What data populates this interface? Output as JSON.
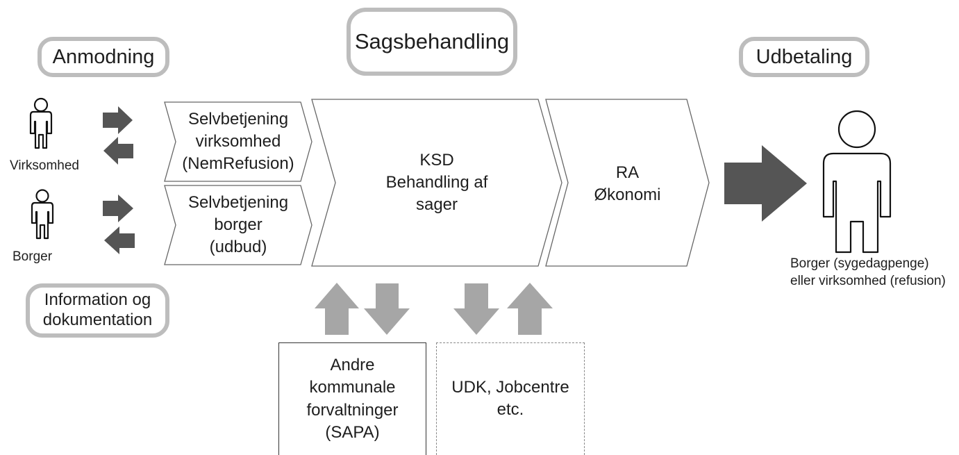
{
  "stages": {
    "anmodning": "Anmodning",
    "sagsbehandling": "Sagsbehandling",
    "udbetaling": "Udbetaling",
    "information_line1": "Information og",
    "information_line2": "dokumentation"
  },
  "actors": {
    "virksomhed": "Virksomhed",
    "borger": "Borger",
    "recipient_line1": "Borger (sygedagpenge)",
    "recipient_line2": "eller virksomhed (refusion)"
  },
  "chevrons": {
    "selfservice_company": [
      "Selvbetjening",
      "virksomhed",
      "(NemRefusion)"
    ],
    "selfservice_citizen": [
      "Selvbetjening",
      "borger",
      "(udbud)"
    ],
    "ksd": [
      "KSD",
      "Behandling af",
      "sager"
    ],
    "ra": [
      "RA",
      "Økonomi"
    ]
  },
  "boxes": {
    "andre": [
      "Andre",
      "kommunale",
      "forvaltninger",
      "(SAPA)"
    ],
    "udk": [
      "UDK, Jobcentre",
      "etc."
    ]
  },
  "icons": {
    "person": "person-icon",
    "arrow_right": "arrow-right-icon",
    "arrow_left": "arrow-left-icon",
    "arrow_up": "arrow-up-icon",
    "arrow_down": "arrow-down-icon"
  },
  "colors": {
    "dark_arrow": "#555555",
    "light_arrow": "#a6a6a6",
    "pill_border": "#bdbdbd"
  }
}
